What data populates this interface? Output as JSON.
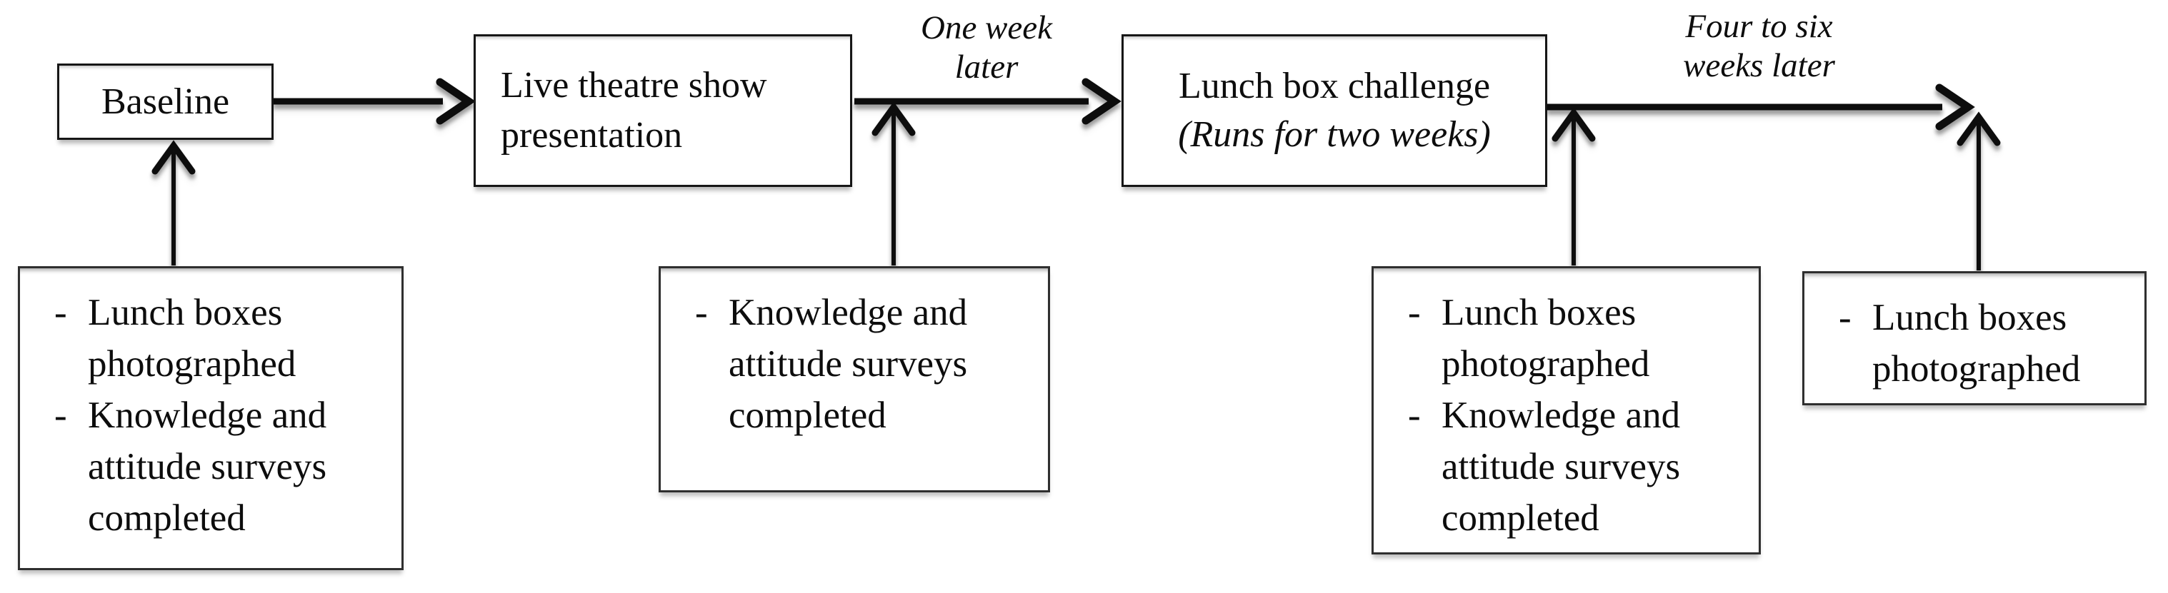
{
  "diagram": {
    "bullet": "-",
    "timeline": {
      "baseline": {
        "label": "Baseline"
      },
      "theatre": {
        "label": "Live theatre show presentation"
      },
      "challenge": {
        "title": "Lunch box challenge",
        "subtitle": "(Runs for two weeks)"
      },
      "intervals": {
        "one_week": {
          "line1": "One week",
          "line2": "later"
        },
        "four_six": {
          "line1": "Four to six",
          "line2": "weeks later"
        }
      }
    },
    "notes": {
      "baseline": {
        "items": [
          "Lunch boxes photographed",
          "Knowledge and attitude surveys completed"
        ]
      },
      "theatre": {
        "items": [
          "Knowledge and attitude surveys completed"
        ]
      },
      "challenge": {
        "items": [
          "Lunch boxes photographed",
          "Knowledge and attitude surveys completed"
        ]
      },
      "followup": {
        "items": [
          "Lunch boxes photographed"
        ]
      }
    },
    "colors": {
      "line": "#0d0d0d",
      "box_border": "#2f2f2f",
      "text": "#0d0d0d",
      "background": "#ffffff"
    }
  }
}
